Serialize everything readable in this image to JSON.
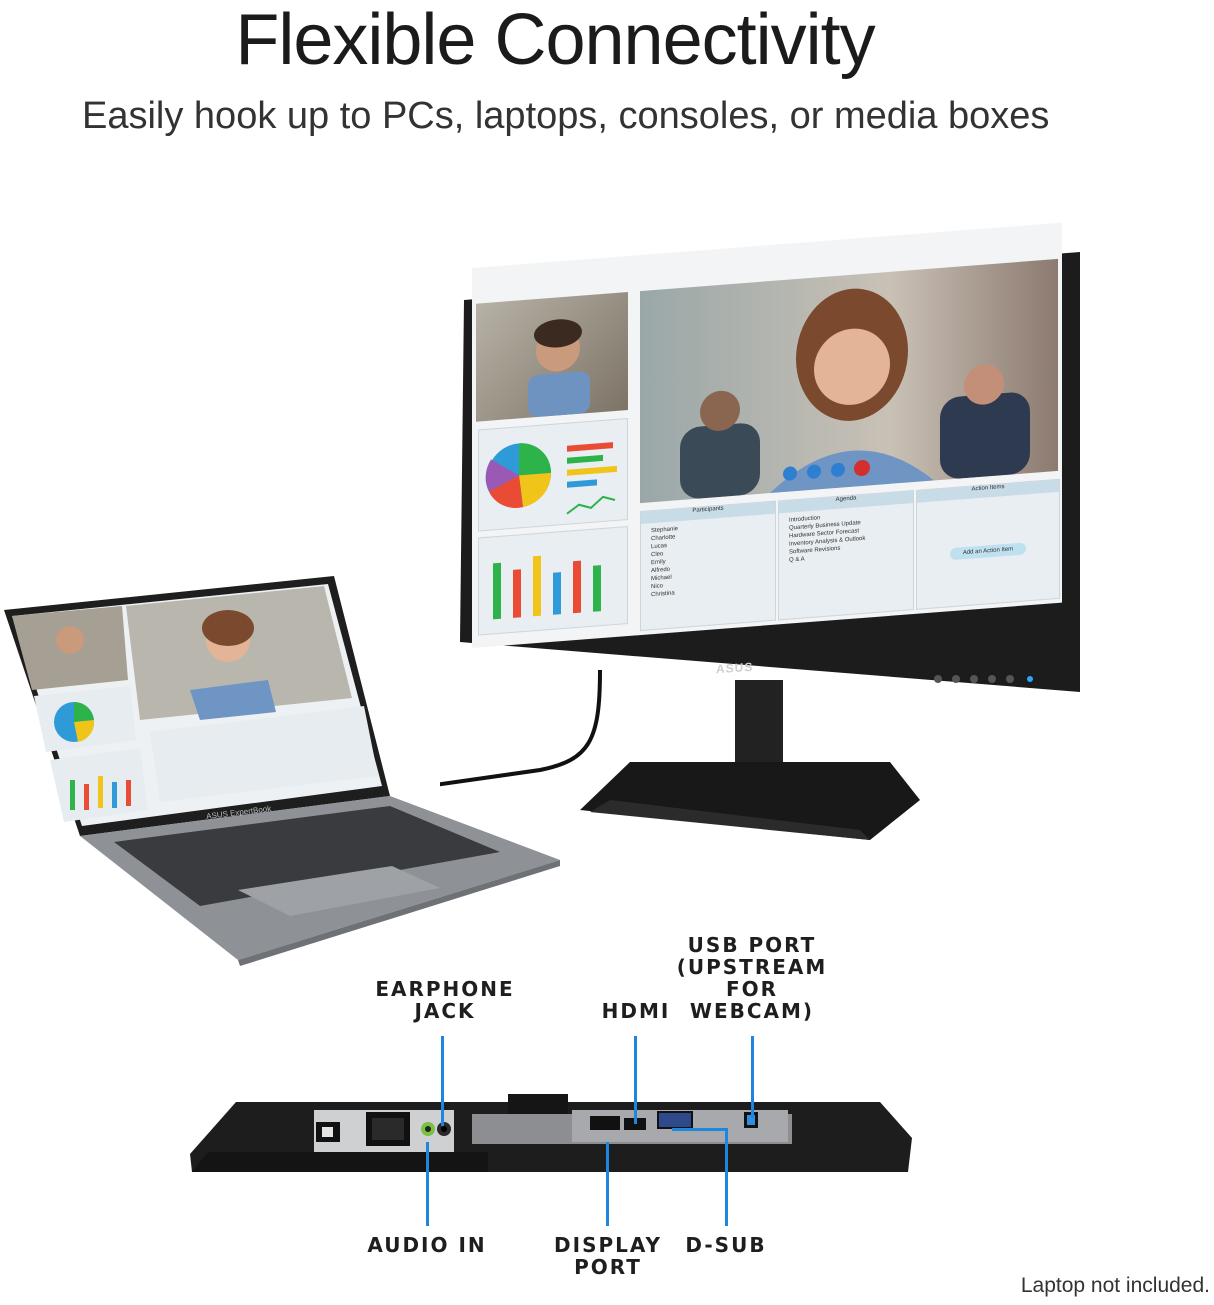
{
  "header": {
    "title": "Flexible Connectivity",
    "subtitle": "Easily hook up to PCs, laptops, consoles, or media boxes"
  },
  "monitor": {
    "brand": "ASUS",
    "panels": {
      "participants_title": "Participants",
      "participants": [
        "Stephanie",
        "Charlotte",
        "Lucas",
        "Cleo",
        "Emily",
        "Alfredo",
        "Michael",
        "Nico",
        "Christina"
      ],
      "agenda_title": "Agenda",
      "agenda": [
        "Introduction",
        "Quarterly Business Update",
        "Hardware Sector Forecast",
        "Inventory Analysis & Outlook",
        "Software Revisions",
        "Q & A"
      ],
      "action_title": "Action Items",
      "action_button": "Add an Action Item"
    }
  },
  "laptop": {
    "brand": "ASUS ExpertBook"
  },
  "ports": {
    "earphone": "EARPHONE\nJACK",
    "hdmi": "HDMI",
    "usb": "USB PORT\n(UPSTREAM\nFOR\nWEBCAM)",
    "audio_in": "AUDIO IN",
    "displayport": "DISPLAY\nPORT",
    "dsub": "D-SUB"
  },
  "footer": {
    "disclaimer": "Laptop not included."
  },
  "colors": {
    "accent": "#1f86e0",
    "bezel": "#1c1c1c",
    "laptop_body": "#8e9196"
  }
}
